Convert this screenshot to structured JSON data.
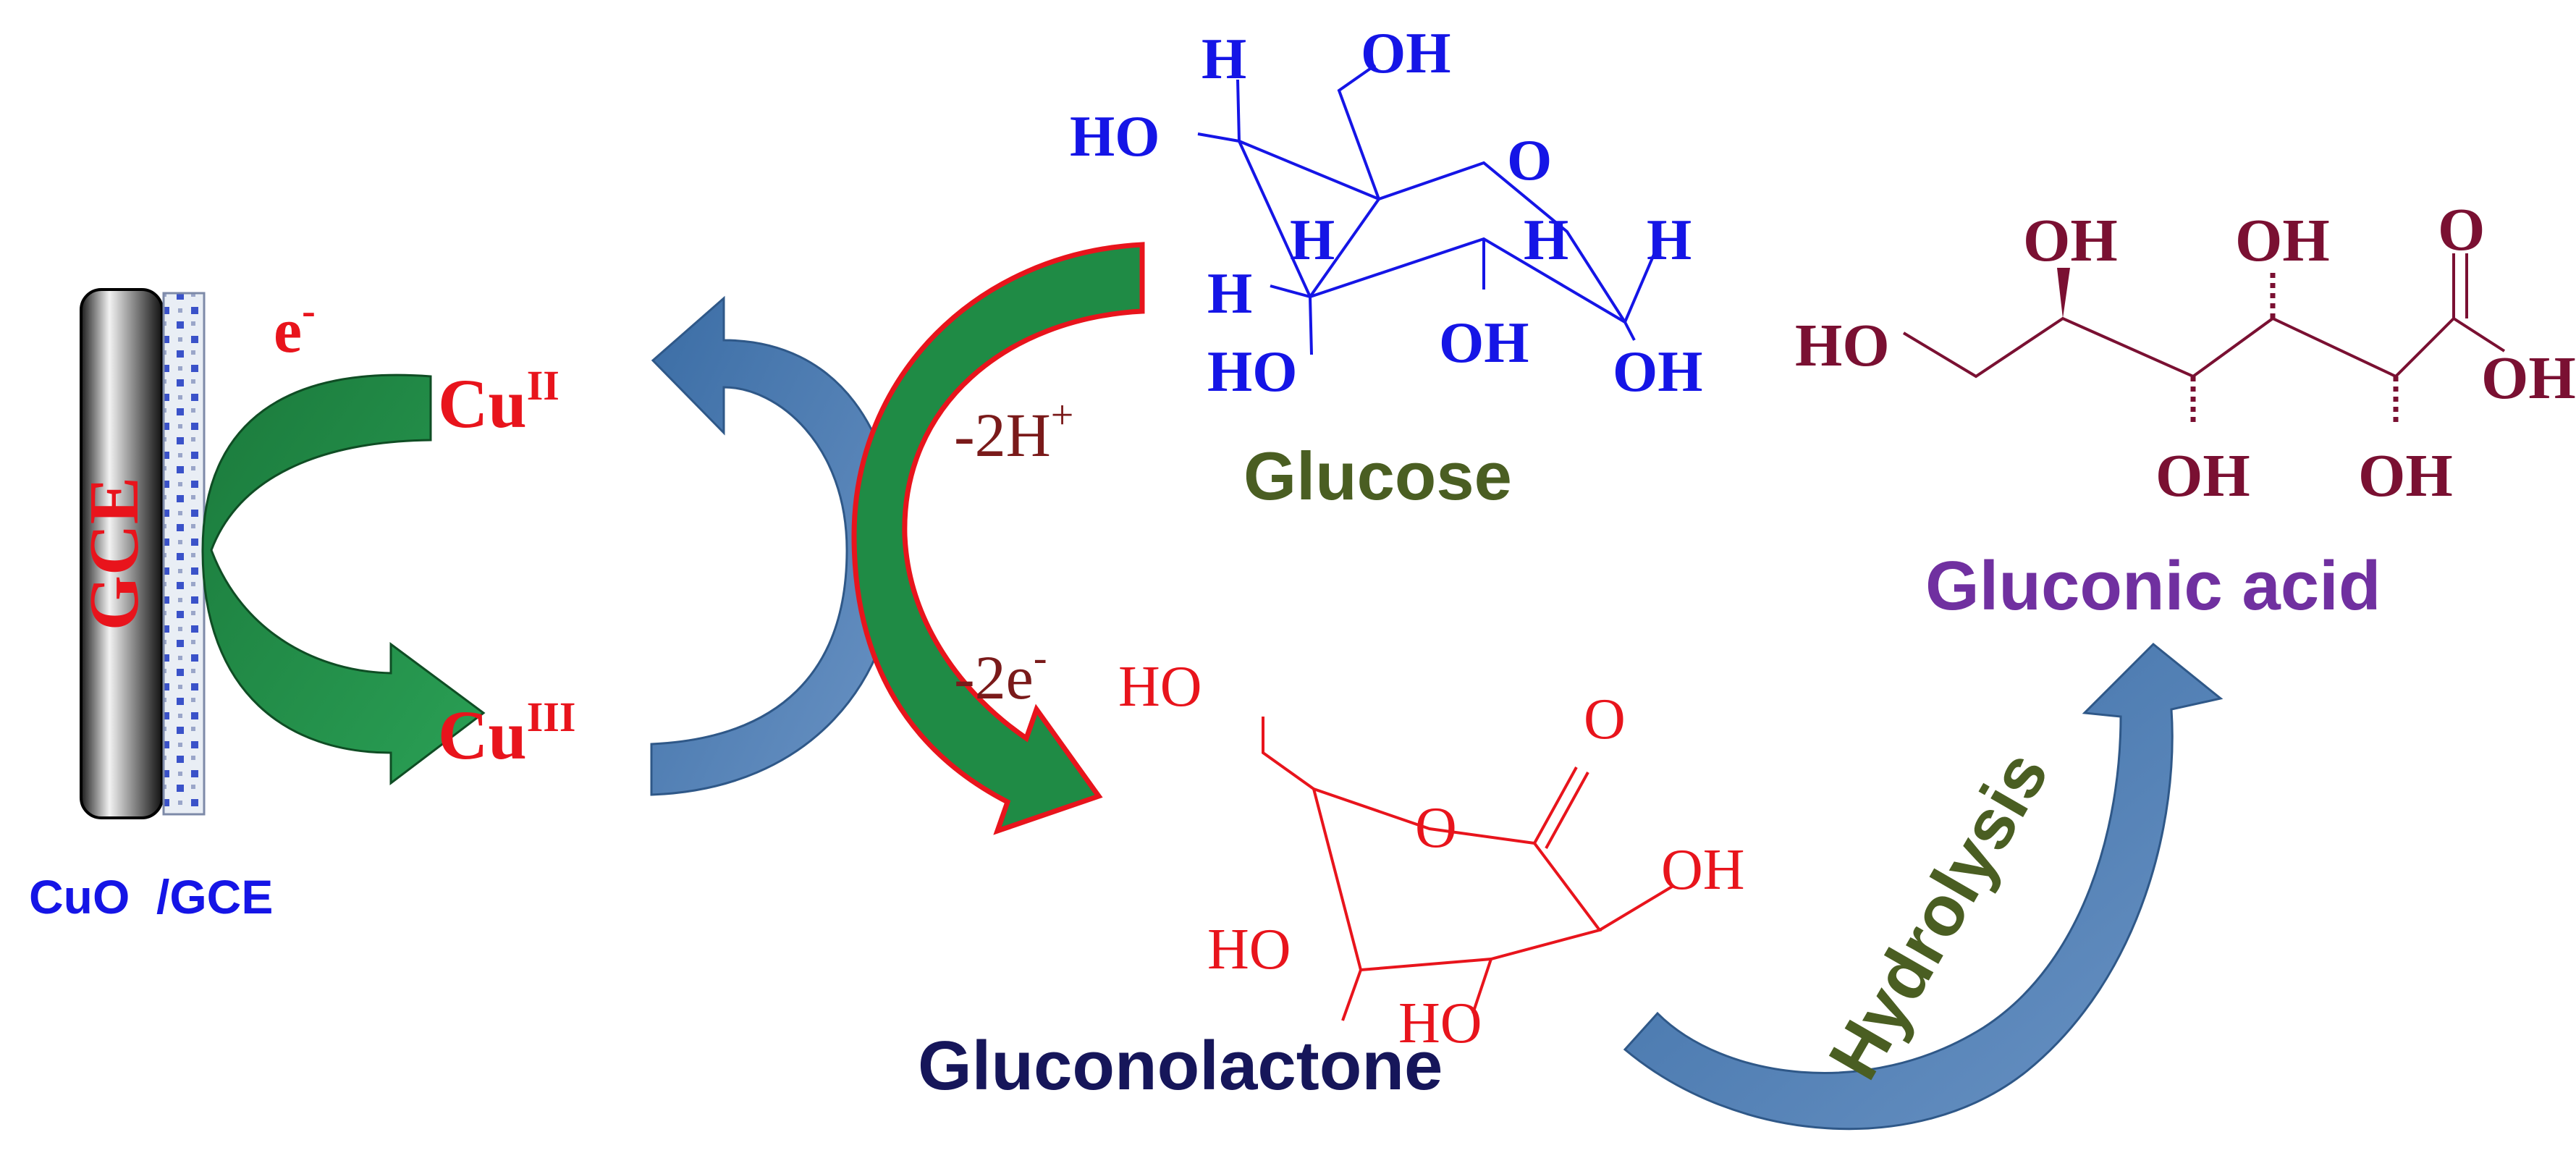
{
  "electrode": {
    "label": "GCE",
    "caption": "CuO  /GCE"
  },
  "copper": {
    "cu_symbol": "Cu",
    "ii_sup": "II",
    "iii_sup": "III"
  },
  "electron": {
    "symbol": "e",
    "sup": "-"
  },
  "proton_loss": {
    "text": "-2H",
    "sup": "+"
  },
  "electron_loss": {
    "text": "-2e",
    "sup": "-"
  },
  "glucose": {
    "name": "Glucose",
    "labels": [
      "OH",
      "H",
      "HO",
      "O",
      "H",
      "H",
      "H",
      "H",
      "HO",
      "OH",
      "OH"
    ]
  },
  "gluconolactone": {
    "name": "Gluconolactone",
    "labels": [
      "HO",
      "O",
      "O",
      "OH",
      "HO",
      "HO"
    ]
  },
  "gluconic_acid": {
    "name": "Gluconic acid",
    "labels": [
      "OH",
      "OH",
      "O",
      "HO",
      "OH",
      "OH",
      "OH"
    ]
  },
  "hydrolysis": {
    "label": "Hydrolysis"
  },
  "colors": {
    "green_arrow": "#1f8b45",
    "blue_arrow": "#4f7fb5",
    "red": "#e8141c",
    "glucose_blue": "#1515e6",
    "maroon": "#7a1032",
    "olive": "#4a5e22",
    "navy": "#16165a",
    "purple": "#7030a0"
  }
}
